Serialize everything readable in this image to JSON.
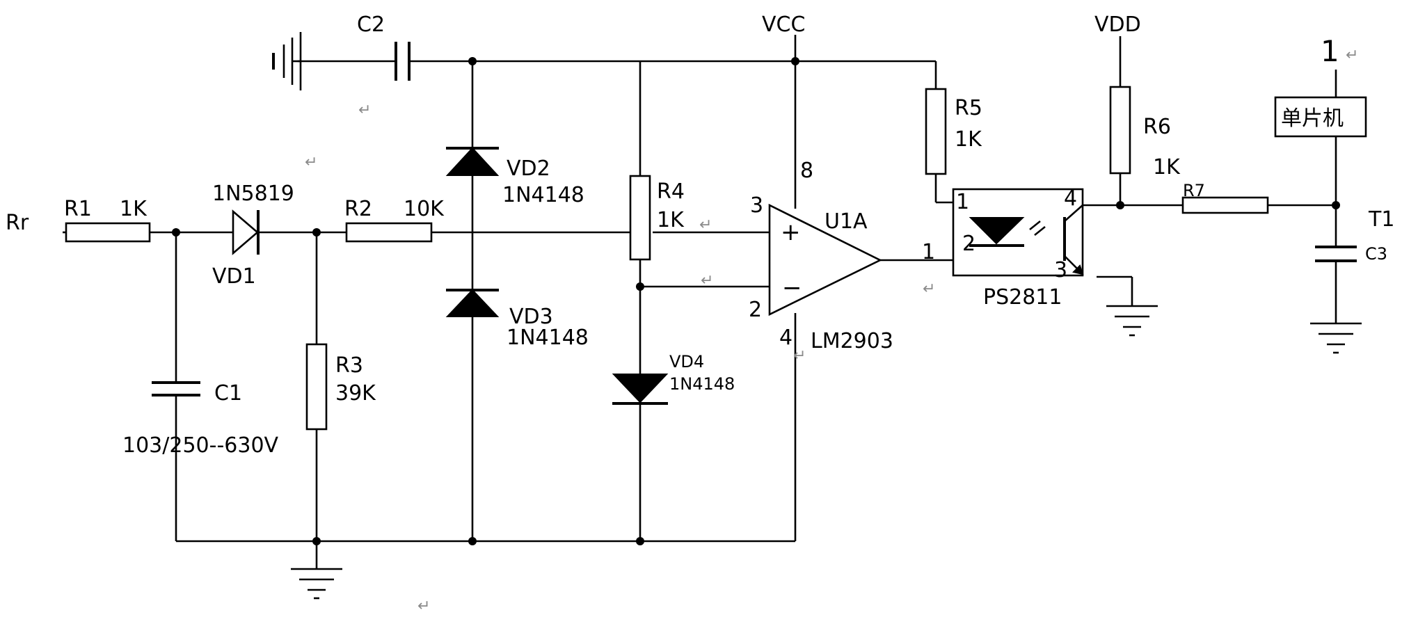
{
  "input": "Rr",
  "supply": {
    "vcc": "VCC",
    "vdd": "VDD"
  },
  "resistors": {
    "r1": {
      "name": "R1",
      "value": "1K"
    },
    "r2": {
      "name": "R2",
      "value": "10K"
    },
    "r3": {
      "name": "R3",
      "value": "39K"
    },
    "r4": {
      "name": "R4",
      "value": "1K"
    },
    "r5": {
      "name": "R5",
      "value": "1K"
    },
    "r6": {
      "name": "R6",
      "value": "1K"
    },
    "r7": {
      "name": "R7"
    }
  },
  "capacitors": {
    "c1": {
      "name": "C1",
      "value": "103/250--630V"
    },
    "c2": {
      "name": "C2"
    },
    "c3": {
      "name": "C3"
    }
  },
  "diodes": {
    "vd1": {
      "name": "VD1",
      "part": "1N5819"
    },
    "vd2": {
      "name": "VD2",
      "part": "1N4148"
    },
    "vd3": {
      "name": "VD3",
      "part": "1N4148"
    },
    "vd4": {
      "name": "VD4",
      "part": "1N4148"
    }
  },
  "comparator": {
    "name": "U1A",
    "part": "LM2903",
    "pins": {
      "noninv": "3",
      "inv": "2",
      "out": "1",
      "vcc": "8",
      "gnd": "4"
    }
  },
  "optocoupler": {
    "part": "PS2811",
    "pins": {
      "p1": "1",
      "p2": "2",
      "p3": "3",
      "p4": "4",
      "out_net": "1"
    }
  },
  "mcu": {
    "label": "单片机",
    "pin": "1"
  },
  "test_point": "T1",
  "marks": {
    "return": "↵"
  }
}
